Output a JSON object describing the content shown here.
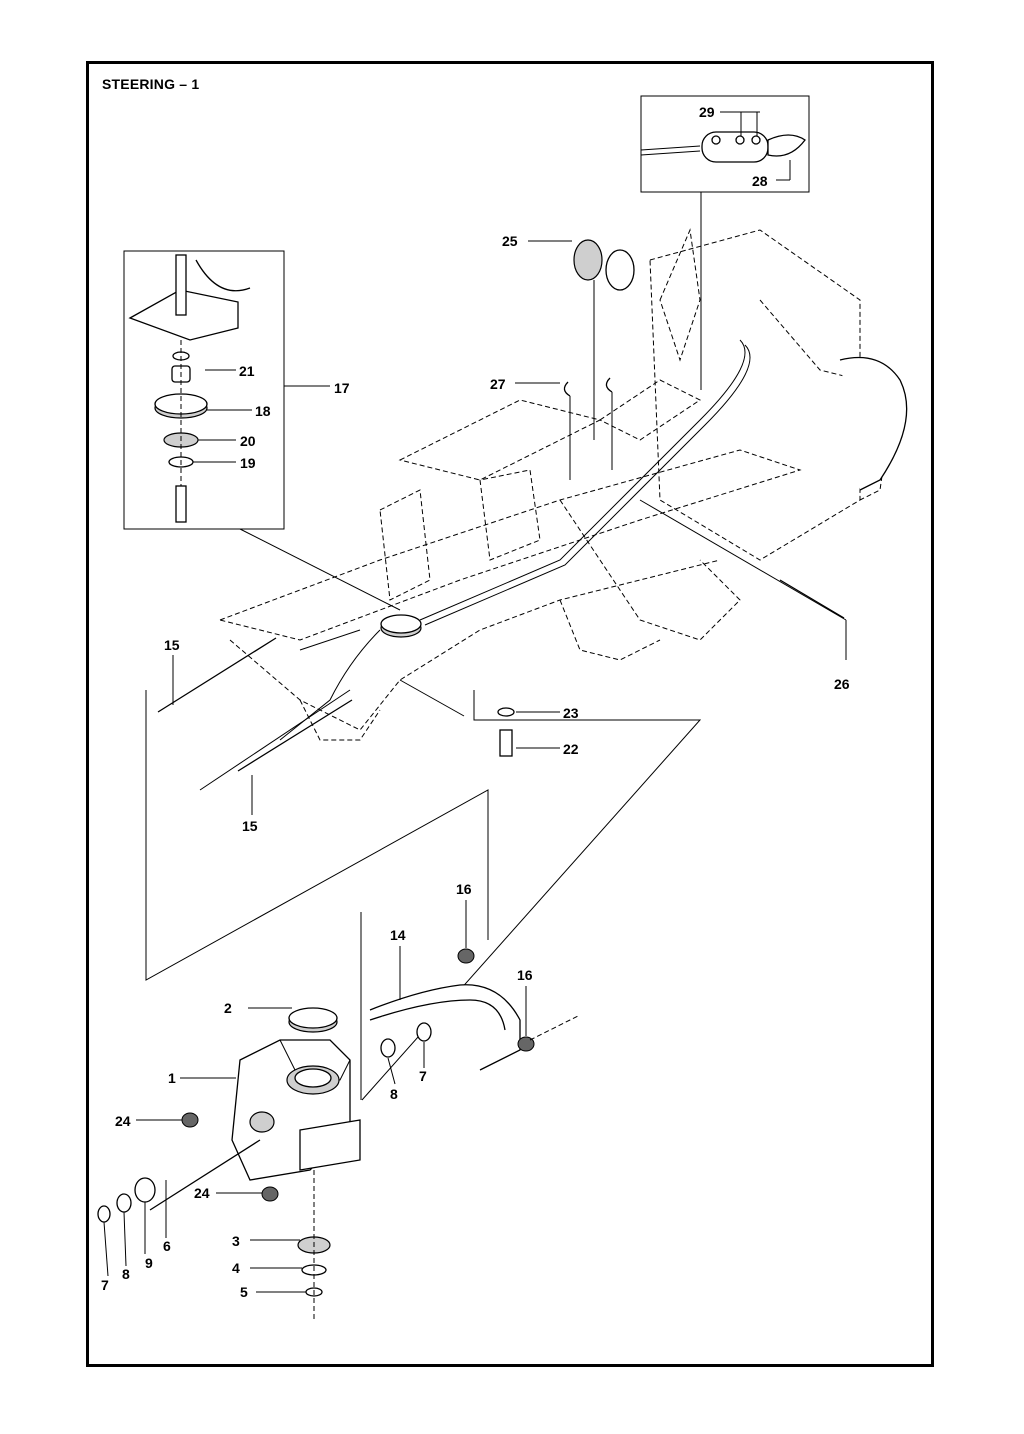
{
  "title": "STEERING – 1",
  "callouts": [
    {
      "id": "c29",
      "text": "29"
    },
    {
      "id": "c28",
      "text": "28"
    },
    {
      "id": "c25",
      "text": "25"
    },
    {
      "id": "c21",
      "text": "21"
    },
    {
      "id": "c17",
      "text": "17"
    },
    {
      "id": "c27",
      "text": "27"
    },
    {
      "id": "c18",
      "text": "18"
    },
    {
      "id": "c20",
      "text": "20"
    },
    {
      "id": "c19",
      "text": "19"
    },
    {
      "id": "c15a",
      "text": "15"
    },
    {
      "id": "c26",
      "text": "26"
    },
    {
      "id": "c23",
      "text": "23"
    },
    {
      "id": "c22",
      "text": "22"
    },
    {
      "id": "c15b",
      "text": "15"
    },
    {
      "id": "c16a",
      "text": "16"
    },
    {
      "id": "c14",
      "text": "14"
    },
    {
      "id": "c16b",
      "text": "16"
    },
    {
      "id": "c2",
      "text": "2"
    },
    {
      "id": "c1",
      "text": "1"
    },
    {
      "id": "c8a",
      "text": "8"
    },
    {
      "id": "c7a",
      "text": "7"
    },
    {
      "id": "c24a",
      "text": "24"
    },
    {
      "id": "c24b",
      "text": "24"
    },
    {
      "id": "c3",
      "text": "3"
    },
    {
      "id": "c4",
      "text": "4"
    },
    {
      "id": "c5",
      "text": "5"
    },
    {
      "id": "c6",
      "text": "6"
    },
    {
      "id": "c9",
      "text": "9"
    },
    {
      "id": "c8b",
      "text": "8"
    },
    {
      "id": "c7b",
      "text": "7"
    }
  ]
}
